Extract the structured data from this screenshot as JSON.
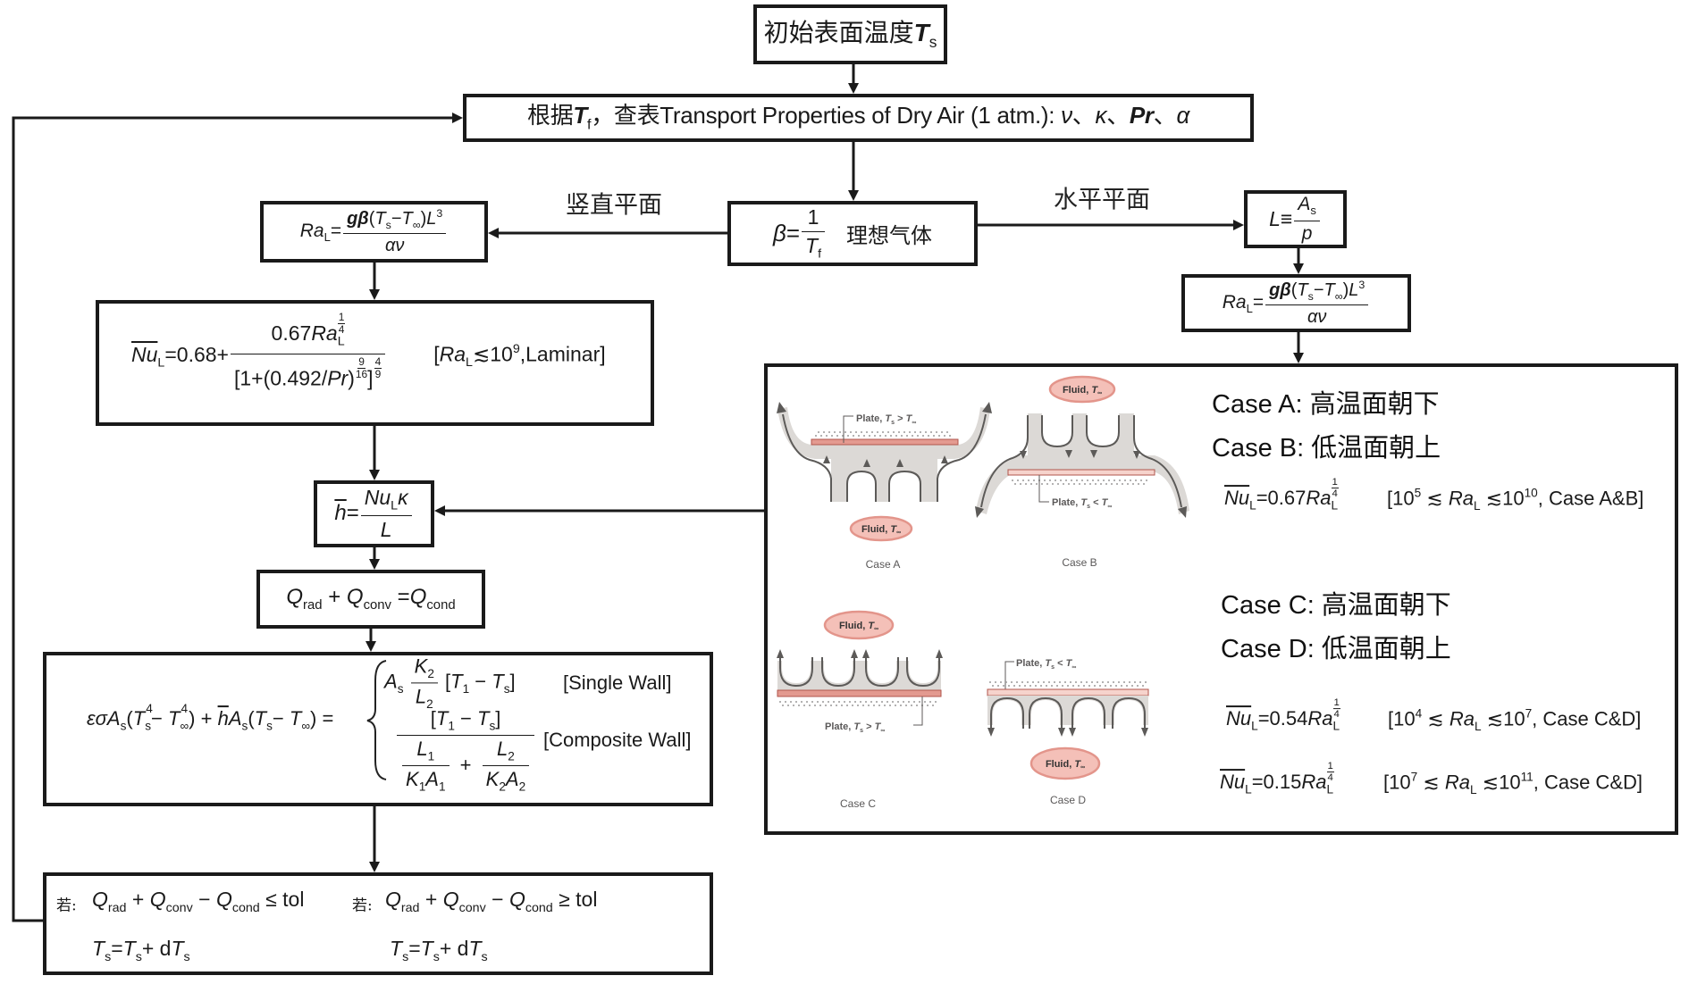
{
  "colors": {
    "ink": "#1a1a1a",
    "paper": "#ffffff",
    "flow_fill": "#dcd9d6",
    "flow_line": "#5c5a58",
    "hot_plate": "#e39a90",
    "cold_plate": "#f6d3cc",
    "plate_edge": "#b0564c",
    "fluid_cloud": "#f4c0b8",
    "fluid_edge": "#e3958b",
    "figure_text": "#5a5858"
  },
  "branches": {
    "vertical_plane": "竖直平面",
    "horizontal_plane": "水平平面"
  },
  "nodes": {
    "initial_temperature": {
      "tokens": [
        "初始表面温度",
        {
          "bi": "T"
        },
        {
          "sub": "s"
        }
      ]
    },
    "air_properties": {
      "tokens": [
        "根据",
        {
          "bi": "T"
        },
        {
          "sub": "f"
        },
        "，查表Transport Properties of Dry Air (1 atm.): ",
        {
          "i": "ν"
        },
        "、",
        {
          "i": "κ"
        },
        "、",
        {
          "bi": "Pr"
        },
        "、",
        {
          "i": "α"
        }
      ]
    },
    "beta": {
      "lhs": [
        {
          "i": "β"
        },
        "="
      ],
      "num": [
        "1"
      ],
      "den": [
        {
          "i": "T"
        },
        {
          "sub": "f"
        }
      ],
      "note": "理想气体"
    },
    "rayleigh_vertical": {
      "lhs": [
        {
          "i": "Ra"
        },
        {
          "sub": "L"
        },
        "= "
      ],
      "num": [
        {
          "bi": "gβ"
        },
        "(",
        {
          "i": "T"
        },
        {
          "sub": "s"
        },
        "−",
        {
          "i": "T"
        },
        {
          "sub": "∞"
        },
        ")",
        {
          "i": "L"
        },
        {
          "sup": "3"
        }
      ],
      "den": [
        {
          "i": "αν"
        }
      ]
    },
    "characteristic_length": {
      "lhs": [
        {
          "i": "L"
        },
        "≡ "
      ],
      "num": [
        {
          "i": "A"
        },
        {
          "sub": "s"
        }
      ],
      "den": [
        {
          "i": "p"
        }
      ]
    },
    "rayleigh_horizontal": {
      "lhs": [
        {
          "i": "Ra"
        },
        {
          "sub": "L"
        },
        "= "
      ],
      "num": [
        {
          "bi": "gβ"
        },
        "(",
        {
          "i": "T"
        },
        {
          "sub": "s"
        },
        "−",
        {
          "i": "T"
        },
        {
          "sub": "∞"
        },
        ")",
        {
          "i": "L"
        },
        {
          "sup": "3"
        }
      ],
      "den": [
        {
          "i": "αν"
        }
      ]
    },
    "nusselt_vertical": {
      "lhs": [
        {
          "ov": "Nu"
        },
        {
          "sub": "L"
        },
        "=0.68+ "
      ],
      "num": [
        "0.67",
        {
          "i": "Ra"
        },
        {
          "sub": "L",
          "sf": [
            "1",
            "4"
          ]
        }
      ],
      "den": [
        "[1+(0.492/",
        {
          "i": "Pr"
        },
        ")",
        {
          "sf": [
            "9",
            "16"
          ]
        },
        "]",
        {
          "sf": [
            "4",
            "9"
          ]
        }
      ],
      "condition": [
        "[",
        {
          "i": "Ra"
        },
        {
          "sub": "L"
        },
        "≲10",
        {
          "sup": "9"
        },
        ",Laminar]"
      ]
    },
    "heat_transfer_coefficient": {
      "lhs": [
        {
          "ov": "h"
        },
        "="
      ],
      "num": [
        {
          "i": "Nu"
        },
        {
          "sub": "L"
        },
        {
          "i": "κ"
        }
      ],
      "den": [
        {
          "i": "L"
        }
      ]
    },
    "energy_balance": {
      "tokens": [
        {
          "i": "Q"
        },
        {
          "sub": "rad"
        },
        " + ",
        {
          "i": "Q"
        },
        {
          "sub": "conv"
        },
        " =",
        {
          "i": "Q"
        },
        {
          "sub": "cond"
        }
      ]
    },
    "energy_expansion": {
      "lhs": [
        {
          "i": "εσA"
        },
        {
          "sub": "s"
        },
        "(",
        {
          "i": "T"
        },
        {
          "sub": "s",
          "sup": "4"
        },
        "− ",
        {
          "i": "T"
        },
        {
          "sub": "∞",
          "sup": "4"
        },
        ") + ",
        {
          "ov": "h"
        },
        {
          "i": "A"
        },
        {
          "sub": "s"
        },
        "(",
        {
          "i": "T"
        },
        {
          "sub": "s"
        },
        "− ",
        {
          "i": "T"
        },
        {
          "sub": "∞"
        },
        ") ="
      ],
      "single_wall": {
        "prefix": [
          {
            "i": "A"
          },
          {
            "sub": "s"
          }
        ],
        "num": [
          {
            "i": "K"
          },
          {
            "sub": "2"
          }
        ],
        "den": [
          {
            "i": "L"
          },
          {
            "sub": "2"
          }
        ],
        "suffix": [
          "[",
          {
            "i": "T"
          },
          {
            "sub": "1"
          },
          " − ",
          {
            "i": "T"
          },
          {
            "sub": "s"
          },
          "]"
        ],
        "label": "[Single Wall]"
      },
      "composite_wall": {
        "num": [
          "[",
          {
            "i": "T"
          },
          {
            "sub": "1"
          },
          " − ",
          {
            "i": "T"
          },
          {
            "sub": "s"
          },
          "]"
        ],
        "term1_num": [
          {
            "i": "L"
          },
          {
            "sub": "1"
          }
        ],
        "term1_den": [
          {
            "i": "K"
          },
          {
            "sub": "1"
          },
          {
            "i": "A"
          },
          {
            "sub": "1"
          }
        ],
        "plus": "+",
        "term2_num": [
          {
            "i": "L"
          },
          {
            "sub": "2"
          }
        ],
        "term2_den": [
          {
            "i": "K"
          },
          {
            "sub": "2"
          },
          {
            "i": "A"
          },
          {
            "sub": "2"
          }
        ],
        "label": "[Composite Wall]"
      }
    },
    "tolerance_check": {
      "converged": {
        "prefix": "若:",
        "condition": [
          {
            "i": "Q"
          },
          {
            "sub": "rad"
          },
          " + ",
          {
            "i": "Q"
          },
          {
            "sub": "conv"
          },
          " − ",
          {
            "i": "Q"
          },
          {
            "sub": "cond"
          },
          " ≤ tol"
        ],
        "update": [
          {
            "i": "T"
          },
          {
            "sub": "s"
          },
          "=",
          {
            "i": "T"
          },
          {
            "sub": "s"
          },
          "+ d",
          {
            "i": "T"
          },
          {
            "sub": "s"
          }
        ]
      },
      "not_converged": {
        "prefix": "若:",
        "condition": [
          {
            "i": "Q"
          },
          {
            "sub": "rad"
          },
          " + ",
          {
            "i": "Q"
          },
          {
            "sub": "conv"
          },
          " − ",
          {
            "i": "Q"
          },
          {
            "sub": "cond"
          },
          " ≥ tol"
        ],
        "update": [
          {
            "i": "T"
          },
          {
            "sub": "s"
          },
          "=",
          {
            "i": "T"
          },
          {
            "sub": "s"
          },
          "+ d",
          {
            "i": "T"
          },
          {
            "sub": "s"
          }
        ]
      }
    }
  },
  "horizontal_cases": {
    "case_a": {
      "label": "Case A",
      "colon": ":",
      "desc": "高温面朝下"
    },
    "case_b": {
      "label": "Case B",
      "colon": ":",
      "desc": "低温面朝上"
    },
    "nusselt_ab": {
      "lhs": [
        {
          "ov": "Nu"
        },
        {
          "sub": "L"
        },
        "=0.67",
        {
          "i": "Ra"
        },
        {
          "sub": "L",
          "sf": [
            "1",
            "4"
          ]
        }
      ],
      "range": [
        "[10",
        {
          "sup": "5"
        },
        " ≲ ",
        {
          "i": "Ra"
        },
        {
          "sub": "L"
        },
        " ≲10",
        {
          "sup": "10"
        },
        ", Case A&B]"
      ]
    },
    "case_c": {
      "label": "Case C",
      "colon": ":",
      "desc": "高温面朝下"
    },
    "case_d": {
      "label": "Case D",
      "colon": ":",
      "desc": "低温面朝上"
    },
    "nusselt_cd_low": {
      "lhs": [
        {
          "ov": "Nu"
        },
        {
          "sub": "L"
        },
        "=0.54",
        {
          "i": "Ra"
        },
        {
          "sub": "L",
          "sf": [
            "1",
            "4"
          ]
        }
      ],
      "range": [
        "[10",
        {
          "sup": "4"
        },
        " ≲ ",
        {
          "i": "Ra"
        },
        {
          "sub": "L"
        },
        " ≲10",
        {
          "sup": "7"
        },
        ", Case C&D]"
      ]
    },
    "nusselt_cd_high": {
      "lhs": [
        {
          "ov": "Nu"
        },
        {
          "sub": "L"
        },
        "=0.15",
        {
          "i": "Ra"
        },
        {
          "sub": "L",
          "sf": [
            "1",
            "4"
          ]
        }
      ],
      "range": [
        "[10",
        {
          "sup": "7"
        },
        " ≲ ",
        {
          "i": "Ra"
        },
        {
          "sub": "L"
        },
        " ≲10",
        {
          "sup": "11"
        },
        ", Case C&D]"
      ]
    },
    "figures": [
      {
        "caption": "Case A",
        "plate_label": {
          "prefix": "Plate, ",
          "var": "T",
          "sub": "s",
          "relation": " > ",
          "var2": "T",
          "sub2": "∞"
        },
        "fluid_label": {
          "prefix": "Fluid, ",
          "var": "T",
          "sub": "∞"
        }
      },
      {
        "caption": "Case B",
        "plate_label": {
          "prefix": "Plate, ",
          "var": "T",
          "sub": "s",
          "relation": " < ",
          "var2": "T",
          "sub2": "∞"
        },
        "fluid_label": {
          "prefix": "Fluid, ",
          "var": "T",
          "sub": "∞"
        }
      },
      {
        "caption": "Case C",
        "plate_label": {
          "prefix": "Plate, ",
          "var": "T",
          "sub": "s",
          "relation": " > ",
          "var2": "T",
          "sub2": "∞"
        },
        "fluid_label": {
          "prefix": "Fluid, ",
          "var": "T",
          "sub": "∞"
        }
      },
      {
        "caption": "Case D",
        "plate_label": {
          "prefix": "Plate, ",
          "var": "T",
          "sub": "s",
          "relation": " < ",
          "var2": "T",
          "sub2": "∞"
        },
        "fluid_label": {
          "prefix": "Fluid, ",
          "var": "T",
          "sub": "∞"
        }
      }
    ]
  }
}
